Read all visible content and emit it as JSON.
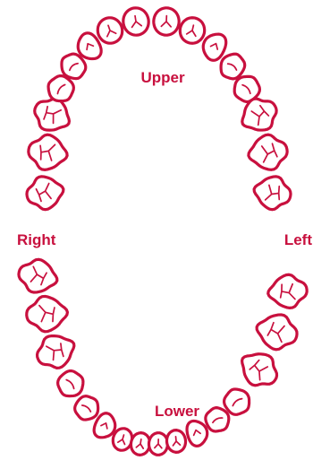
{
  "labels": {
    "upper": "Upper",
    "lower": "Lower",
    "right": "Right",
    "left": "Left"
  },
  "colors": {
    "outline": "#c8103e",
    "text": "#c8103e",
    "background": "#ffffff"
  },
  "arches": [
    {
      "name": "upper-arch",
      "tooth_count": 16
    },
    {
      "name": "lower-arch",
      "tooth_count": 16
    }
  ]
}
